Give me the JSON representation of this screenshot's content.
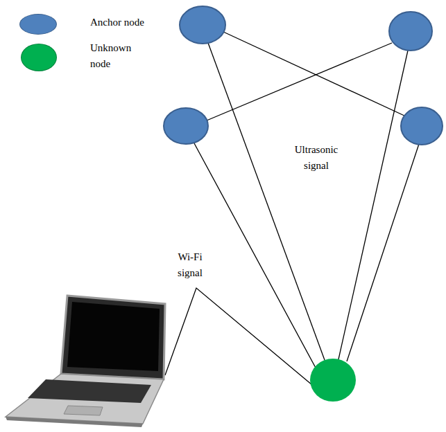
{
  "diagram": {
    "labels": [
      "Ultrasonic signal",
      "Wi-Fi signal"
    ],
    "legend": [
      {
        "text": "Anchor node",
        "color": "#4f81bd"
      },
      {
        "text": "Unknown node",
        "color": "#00b050"
      }
    ]
  }
}
